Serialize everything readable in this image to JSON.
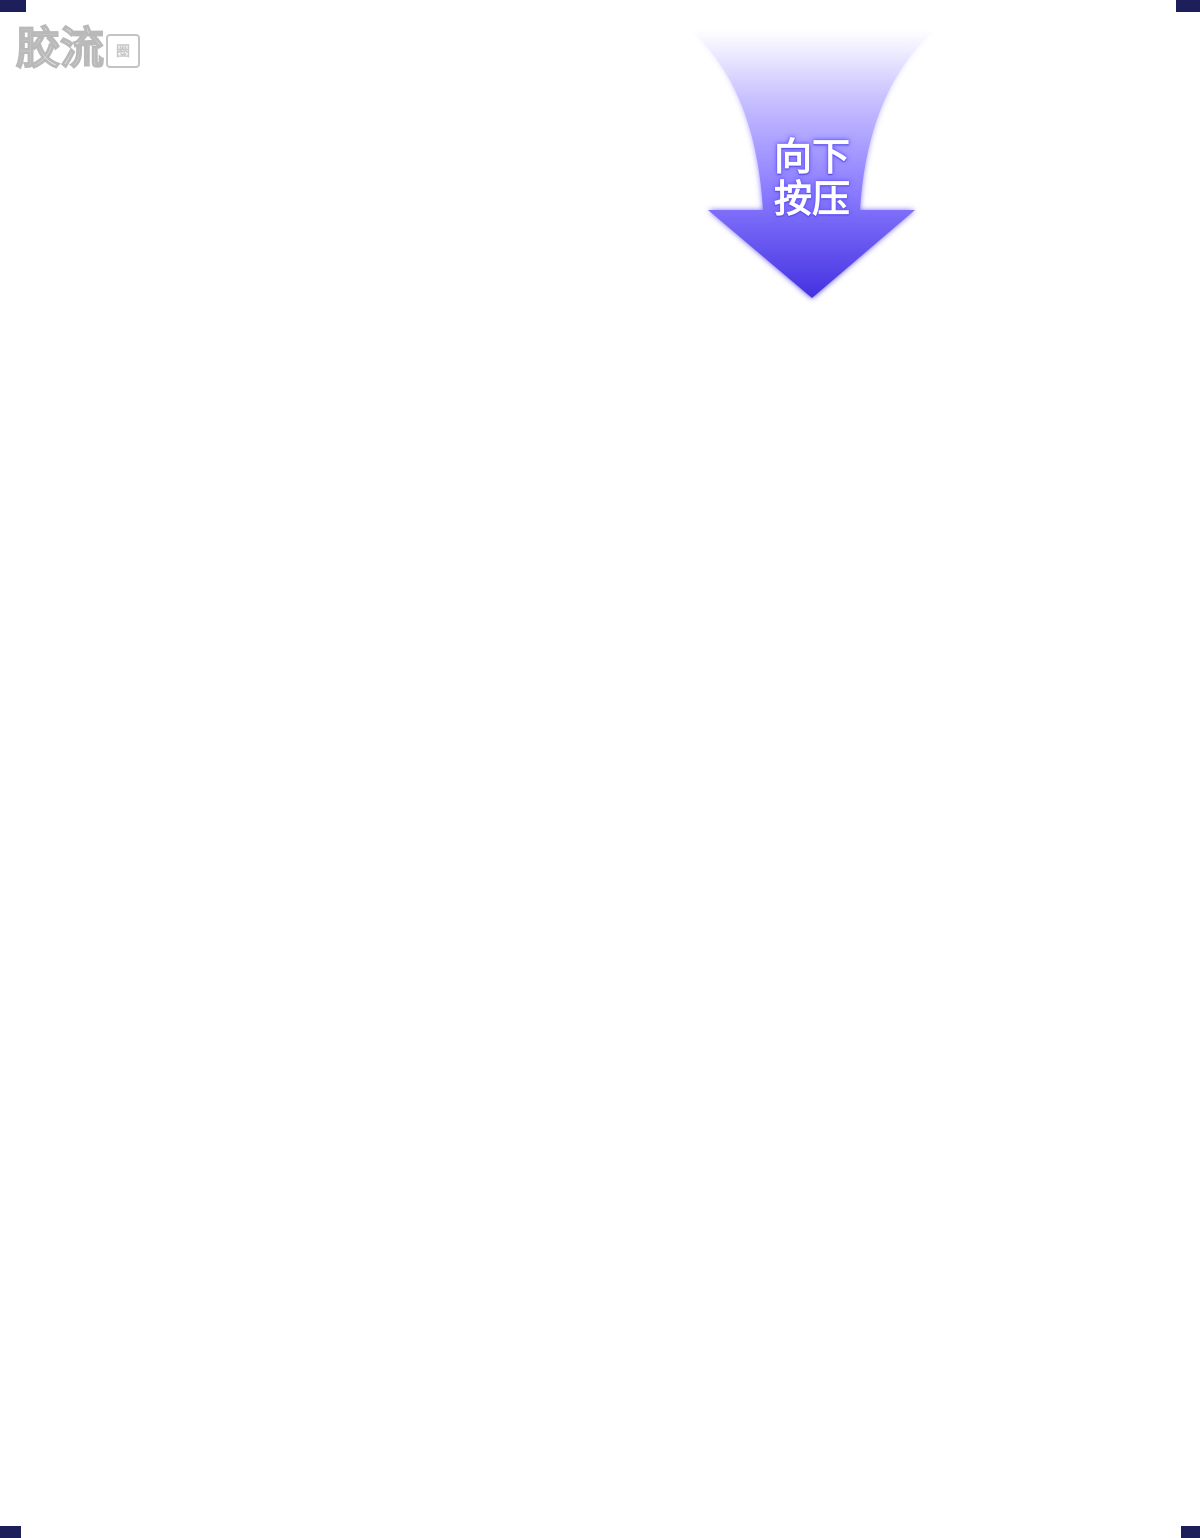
{
  "watermark": {
    "text": "胶流",
    "badge": "圈"
  },
  "arrow": {
    "line1": "向下",
    "line2": "按压",
    "colors": {
      "top": "#ffffff",
      "mid": "#9c8fff",
      "bottom": "#4431e0",
      "glow": "#b4adff"
    }
  },
  "colors": {
    "background": "#ffffff",
    "corner": "#1c1f5a"
  }
}
